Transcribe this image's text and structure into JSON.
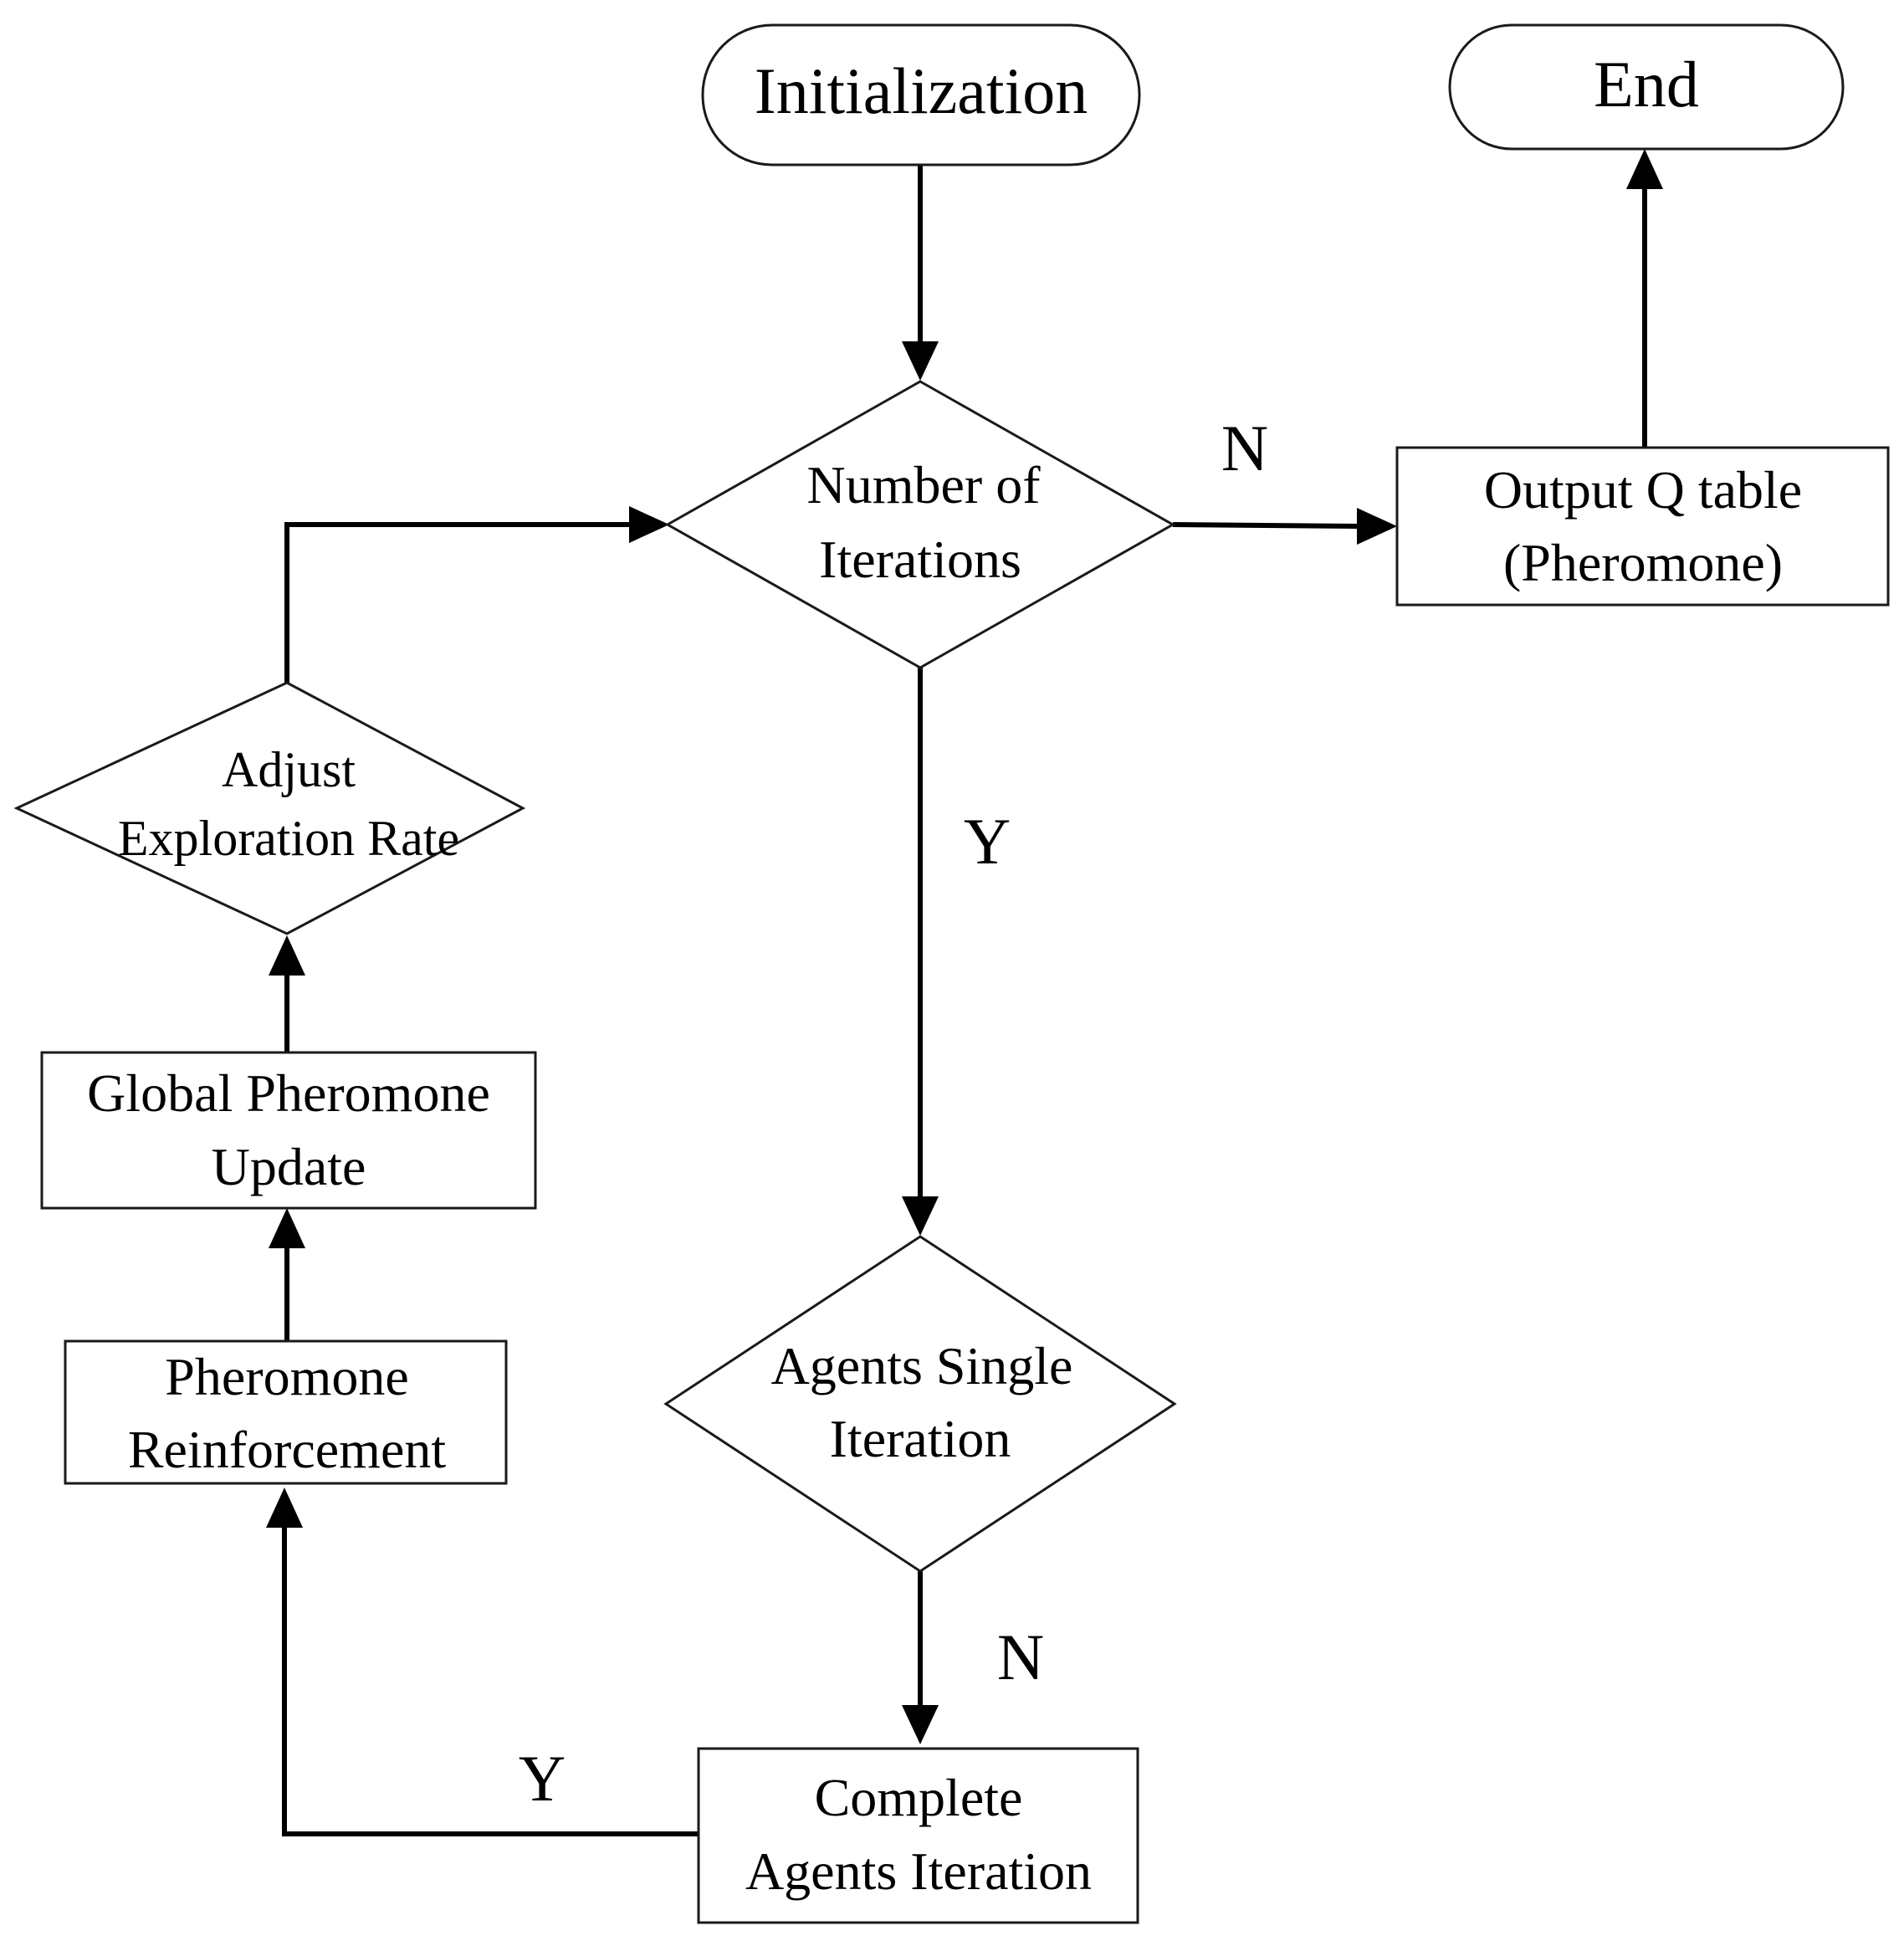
{
  "nodes": {
    "initialization": {
      "label": "Initialization"
    },
    "end": {
      "label": "End"
    },
    "iterations_check": {
      "line1": "Number of",
      "line2": "Iterations"
    },
    "output_q_table": {
      "line1": "Output Q table",
      "line2": "(Pheromone)"
    },
    "adjust_exploration": {
      "line1": "Adjust",
      "line2": "Exploration Rate"
    },
    "global_update": {
      "line1": "Global Pheromone",
      "line2": "Update"
    },
    "reinforcement": {
      "line1": "Pheromone",
      "line2": "Reinforcement"
    },
    "agents_single": {
      "line1": "Agents Single",
      "line2": "Iteration"
    },
    "complete_agents": {
      "line1": "Complete",
      "line2": "Agents Iteration"
    }
  },
  "edge_labels": {
    "iterations_no": "N",
    "iterations_yes": "Y",
    "single_no": "N",
    "complete_yes": "Y"
  },
  "colors": {
    "stroke": "#000000",
    "background": "#ffffff"
  }
}
